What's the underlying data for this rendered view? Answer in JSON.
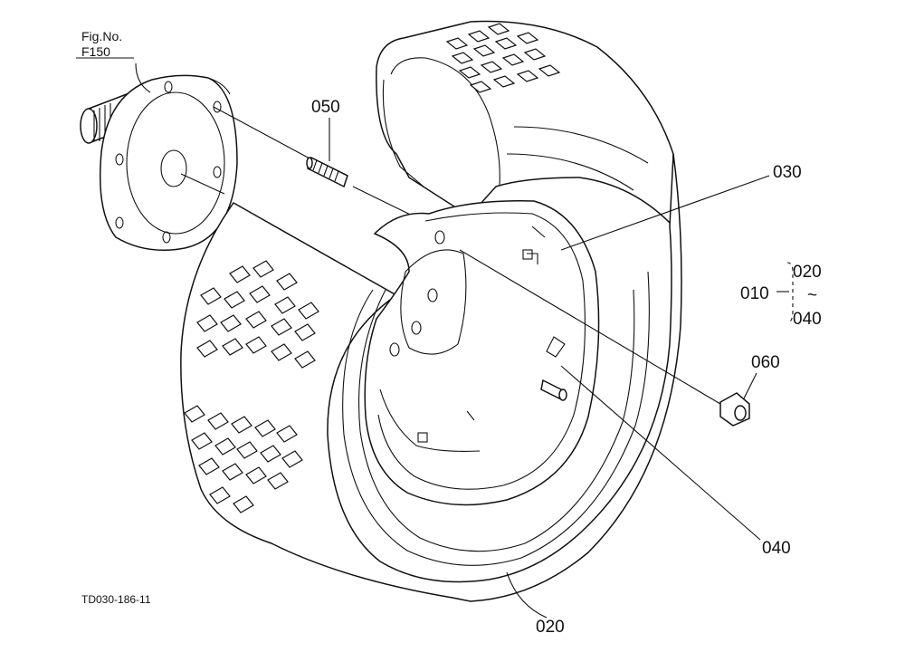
{
  "figure": {
    "ref_label": "Fig.No.",
    "ref_number": "F150",
    "drawing_code": "TD030-186-11"
  },
  "callouts": {
    "p010": "010",
    "p020": "020",
    "p030": "030",
    "p040": "040",
    "p050": "050",
    "p060": "060",
    "bracket_from": "020",
    "bracket_tilde": "~",
    "bracket_to": "040"
  }
}
